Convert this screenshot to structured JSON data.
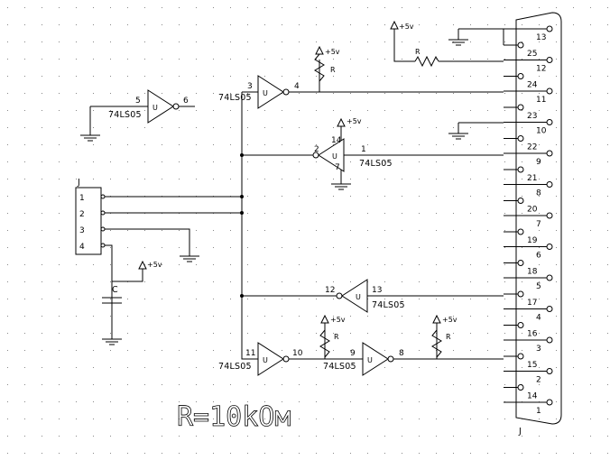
{
  "chip": "74LS05",
  "gate_letter": "U",
  "vcc": "+5v",
  "resistor_label": "R",
  "capacitor_label": "C",
  "header_label": "J",
  "header_pins": [
    "1",
    "2",
    "3",
    "4"
  ],
  "gates": [
    {
      "in": "5",
      "out": "6"
    },
    {
      "in": "3",
      "out": "4"
    },
    {
      "in": "2",
      "out": "1",
      "vcc_pin": "14",
      "gnd_pin": "7"
    },
    {
      "in": "12",
      "out": "13"
    },
    {
      "in": "11",
      "out": "10"
    },
    {
      "in": "9",
      "out": "8"
    }
  ],
  "db25_label": "J",
  "db25_left_pins": [
    "25",
    "24",
    "23",
    "22",
    "21",
    "20",
    "19",
    "18",
    "17",
    "16",
    "15",
    "14"
  ],
  "db25_right_pins": [
    "13",
    "12",
    "11",
    "10",
    "9",
    "8",
    "7",
    "6",
    "5",
    "4",
    "3",
    "2",
    "1"
  ],
  "note_text": "R=10kOм"
}
